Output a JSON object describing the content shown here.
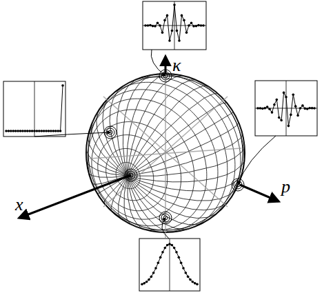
{
  "diagram": {
    "labels": [
      "κ",
      "x",
      "p"
    ]
  }
}
